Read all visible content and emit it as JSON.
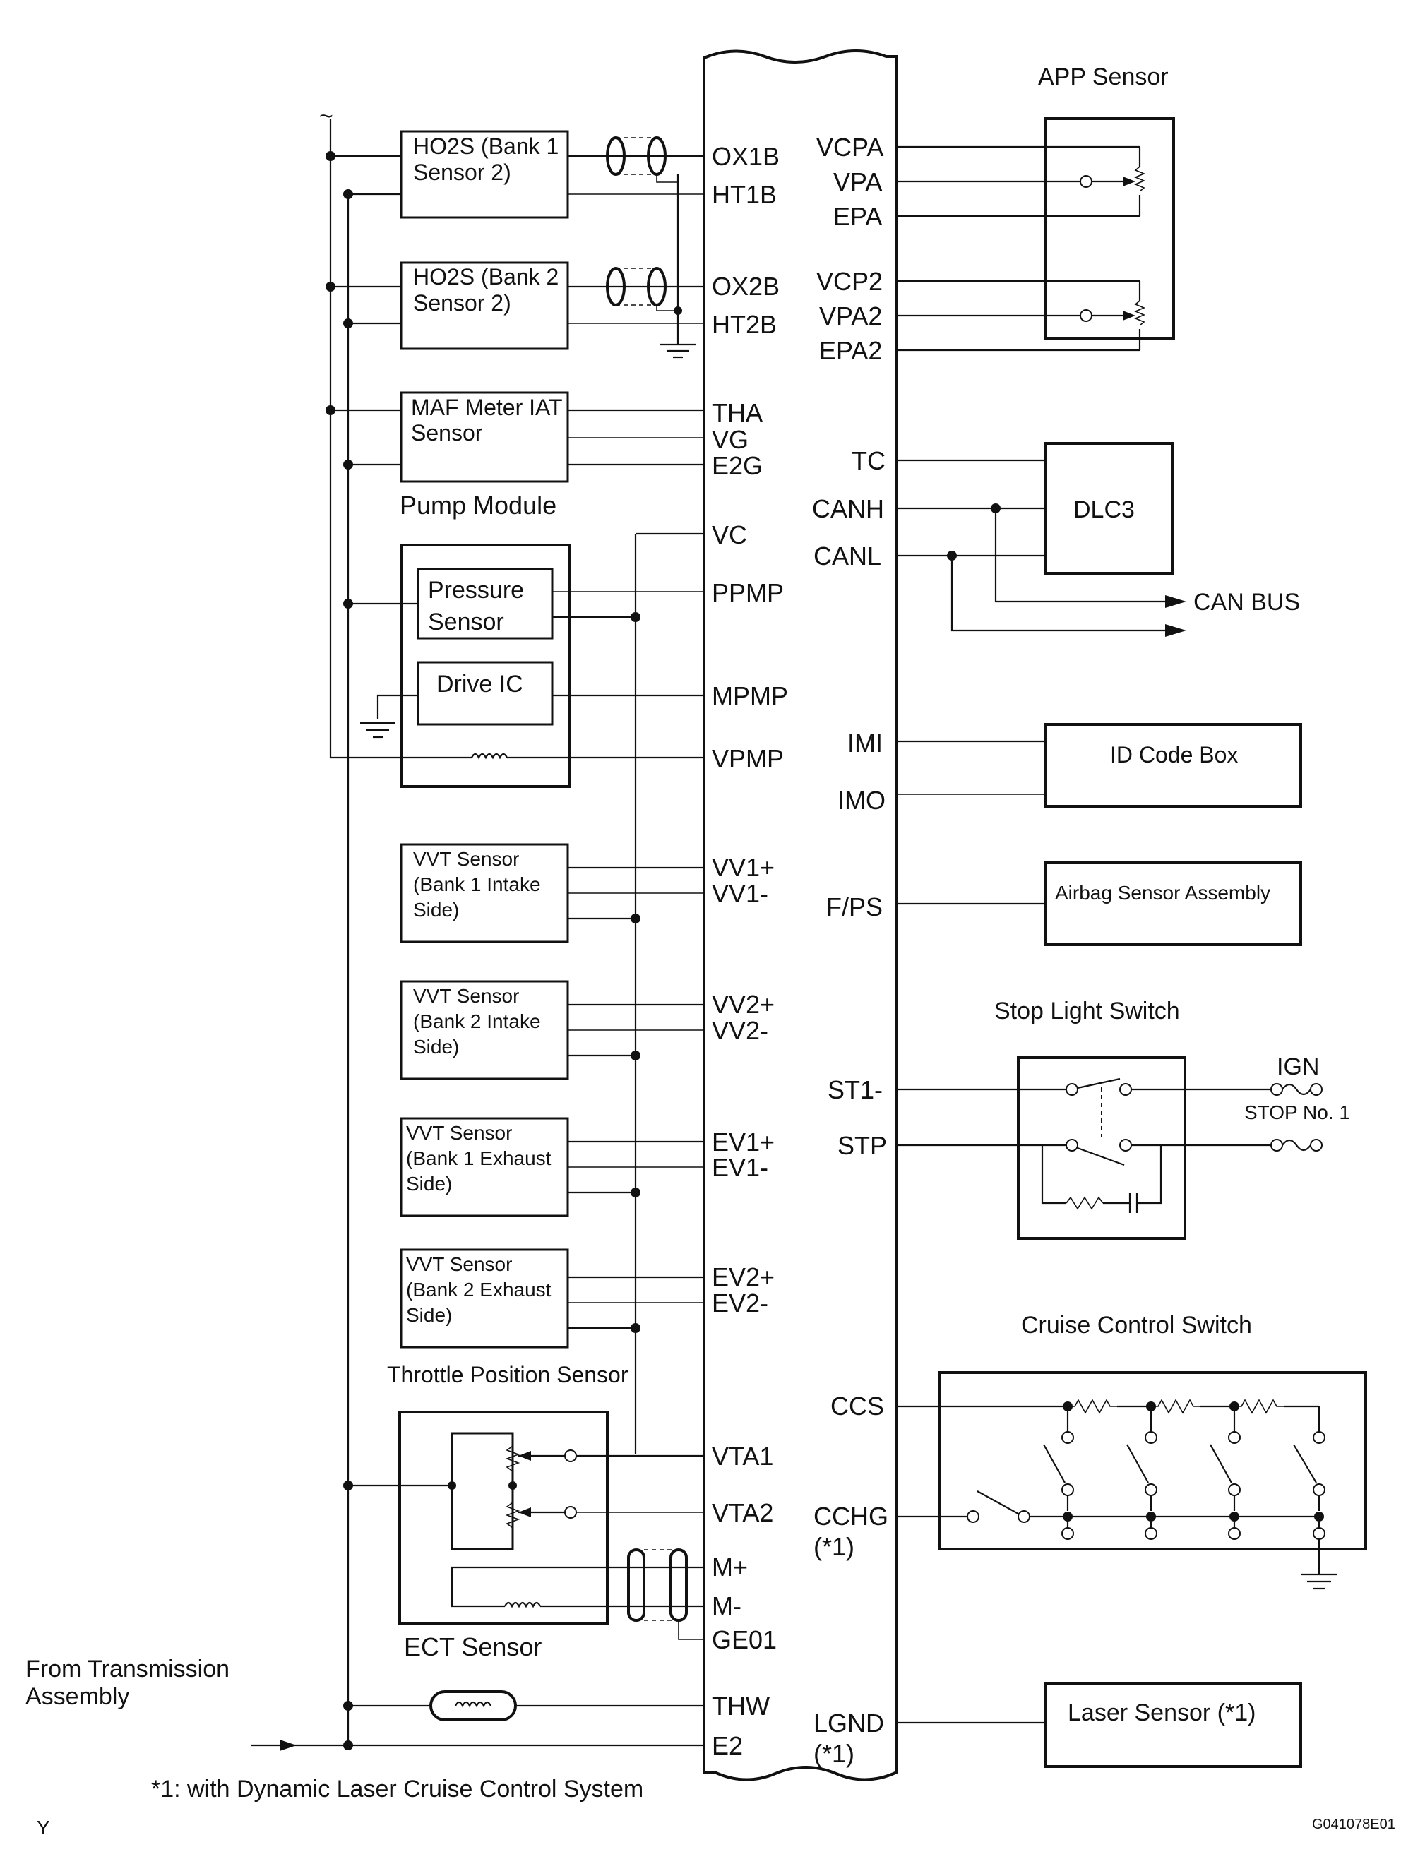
{
  "components": {
    "app_sensor": "APP Sensor",
    "ho2s_b1s2": [
      "HO2S (Bank 1",
      "Sensor 2)"
    ],
    "ho2s_b2s2": [
      "HO2S (Bank 2",
      "Sensor 2)"
    ],
    "maf_meter": [
      "MAF Meter IAT",
      "Sensor"
    ],
    "pump_module": "Pump Module",
    "pressure_sensor": [
      "Pressure",
      "Sensor"
    ],
    "drive_ic": "Drive IC",
    "dlc3": "DLC3",
    "can_bus": "CAN BUS",
    "id_code_box": "ID Code Box",
    "airbag_sensor": "Airbag Sensor Assembly",
    "stop_light_switch": "Stop Light Switch",
    "ign": "IGN",
    "stop_fuse": "STOP No. 1",
    "vvt_b1_intake": [
      "VVT Sensor",
      "(Bank 1 Intake",
      "Side)"
    ],
    "vvt_b2_intake": [
      "VVT Sensor",
      "(Bank 2 Intake",
      "Side)"
    ],
    "vvt_b1_exhaust": [
      "VVT Sensor",
      "(Bank 1 Exhaust",
      "Side)"
    ],
    "vvt_b2_exhaust": [
      "VVT Sensor",
      "(Bank 2 Exhaust",
      "Side)"
    ],
    "cruise_control_switch": "Cruise Control Switch",
    "throttle_position_sensor": "Throttle Position Sensor",
    "ect_sensor": "ECT Sensor",
    "from_transmission": [
      "From Transmission",
      "Assembly"
    ],
    "laser_sensor": "Laser Sensor (*1)"
  },
  "pins_left": [
    "OX1B",
    "HT1B",
    "OX2B",
    "HT2B",
    "THA",
    "VG",
    "E2G",
    "VC",
    "PPMP",
    "MPMP",
    "VPMP",
    "VV1+",
    "VV1-",
    "VV2+",
    "VV2-",
    "EV1+",
    "EV1-",
    "EV2+",
    "EV2-",
    "VTA1",
    "VTA2",
    "M+",
    "M-",
    "GE01",
    "THW",
    "E2"
  ],
  "pins_right": [
    "VCPA",
    "VPA",
    "EPA",
    "VCP2",
    "VPA2",
    "EPA2",
    "TC",
    "CANH",
    "CANL",
    "IMI",
    "IMO",
    "F/PS",
    "ST1-",
    "STP",
    "CCS",
    "CCHG",
    "(*1)",
    "LGND",
    "(*1)"
  ],
  "footnote": "*1: with Dynamic Laser Cruise Control System",
  "corner_mark": "Y",
  "figure_code": "G041078E01",
  "supply_symbol": "~"
}
